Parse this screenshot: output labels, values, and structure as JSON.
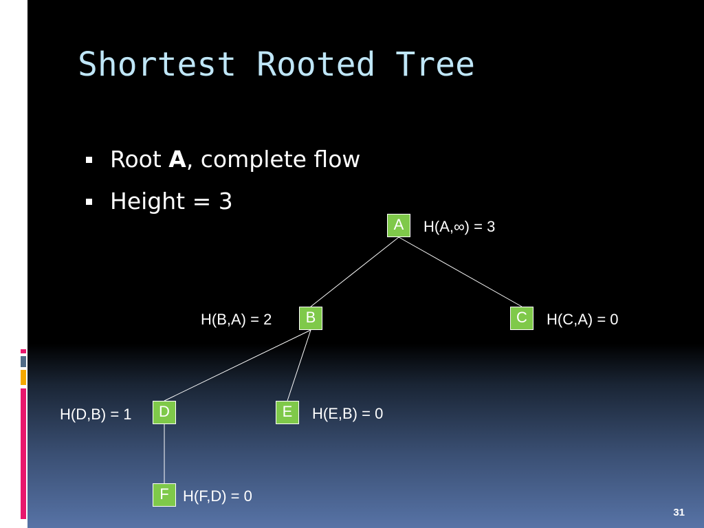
{
  "slide": {
    "title": "Shortest Rooted Tree",
    "bullets": [
      {
        "before": "Root ",
        "bold": "A",
        "after": ", complete flow"
      },
      {
        "before": "Height = 3",
        "bold": "",
        "after": ""
      }
    ],
    "slide_number": "31"
  },
  "tree": {
    "nodes": {
      "A": {
        "label": "A",
        "height_label": "H(A,∞) = 3"
      },
      "B": {
        "label": "B",
        "height_label": "H(B,A) = 2"
      },
      "C": {
        "label": "C",
        "height_label": "H(C,A) = 0"
      },
      "D": {
        "label": "D",
        "height_label": "H(D,B) = 1"
      },
      "E": {
        "label": "E",
        "height_label": "H(E,B) = 0"
      },
      "F": {
        "label": "F",
        "height_label": "H(F,D) = 0"
      }
    },
    "edges": [
      [
        "A",
        "B"
      ],
      [
        "A",
        "C"
      ],
      [
        "B",
        "D"
      ],
      [
        "B",
        "E"
      ],
      [
        "D",
        "F"
      ]
    ]
  },
  "colors": {
    "title": "#bfe6f7",
    "node_fill": "#7fc94a",
    "text": "#ffffff",
    "accent_pink": "#e8176c",
    "accent_orange": "#f5a800",
    "accent_slate": "#4f6a86"
  }
}
